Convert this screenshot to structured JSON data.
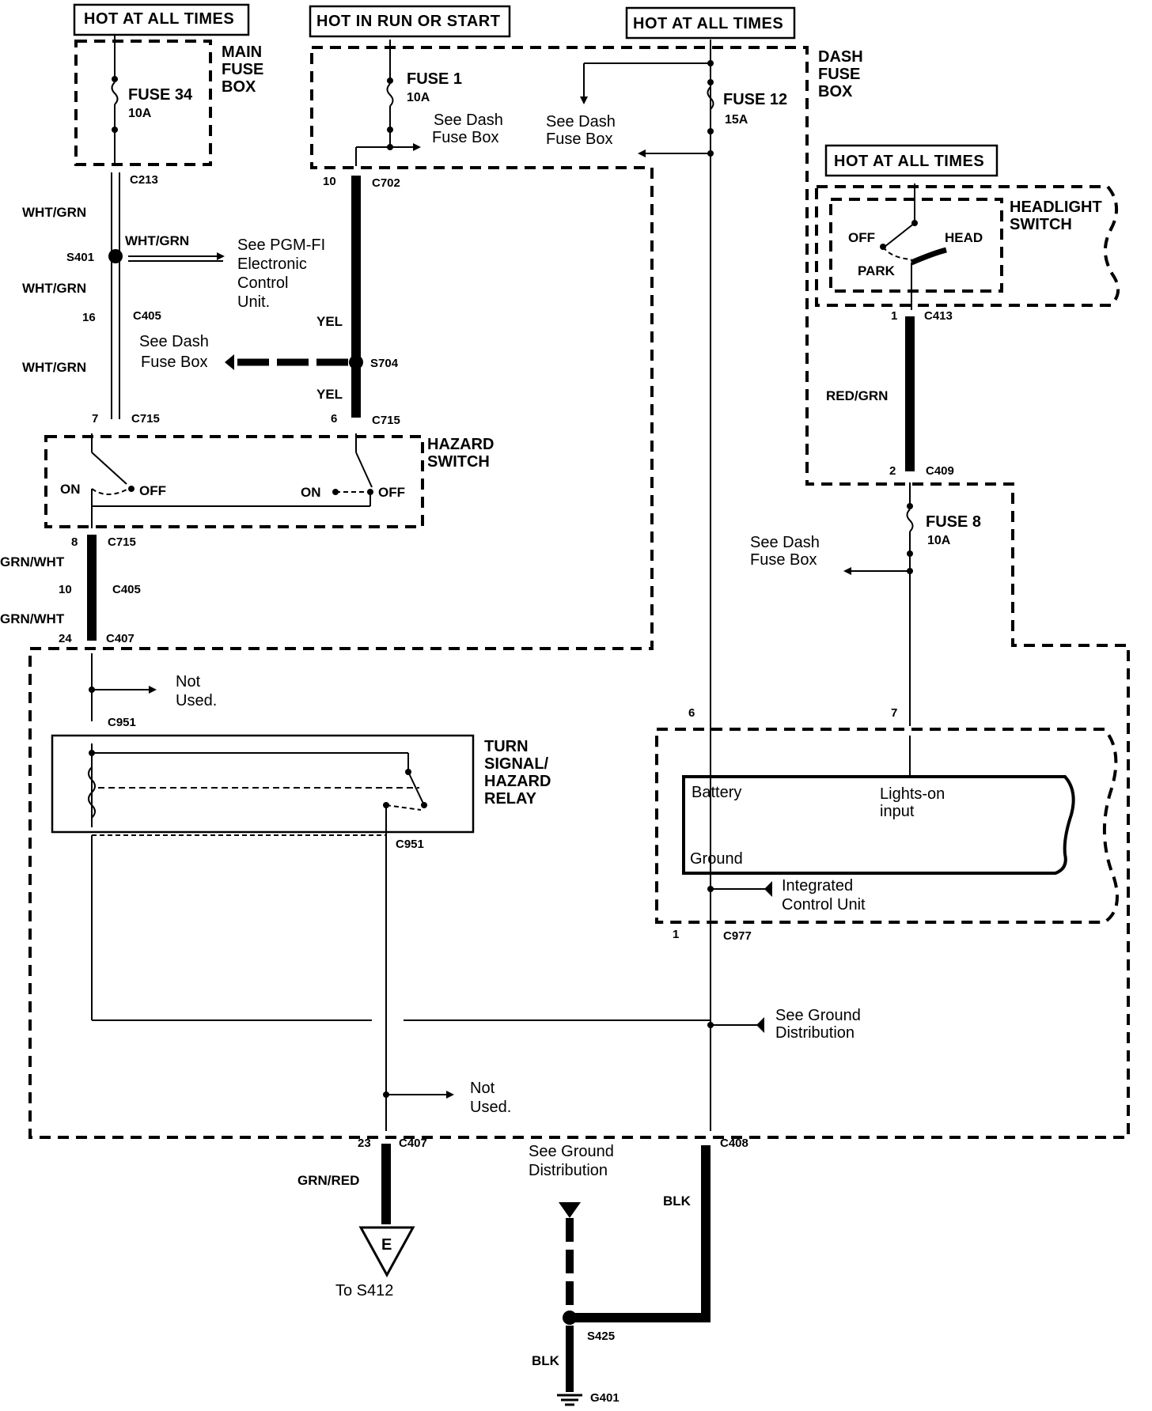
{
  "labels": {
    "hot_all_times_1": "HOT AT ALL TIMES",
    "hot_run_start": "HOT IN RUN OR START",
    "hot_all_times_2": "HOT AT ALL TIMES",
    "hot_all_times_3": "HOT AT ALL TIMES",
    "main_fuse_box": [
      "MAIN",
      "FUSE",
      "BOX"
    ],
    "dash_fuse_box": [
      "DASH",
      "FUSE",
      "BOX"
    ],
    "headlight_switch": [
      "HEADLIGHT",
      "SWITCH"
    ],
    "hazard_switch": [
      "HAZARD",
      "SWITCH"
    ],
    "relay": [
      "TURN",
      "SIGNAL/",
      "HAZARD",
      "RELAY"
    ]
  },
  "fuses": {
    "fuse34": {
      "name": "FUSE 34",
      "rating": "10A"
    },
    "fuse1": {
      "name": "FUSE 1",
      "rating": "10A"
    },
    "fuse12": {
      "name": "FUSE 12",
      "rating": "15A"
    },
    "fuse8": {
      "name": "FUSE 8",
      "rating": "10A"
    }
  },
  "connectors": {
    "c213": "C213",
    "c702": "C702",
    "c405a": "C405",
    "c715a": "C715",
    "c715b": "C715",
    "c715c": "C715",
    "c405b": "C405",
    "c407a": "C407",
    "c951a": "C951",
    "c951b": "C951",
    "c407b": "C407",
    "c413": "C413",
    "c409": "C409",
    "c977": "C977",
    "c408": "C408",
    "s401": "S401",
    "s704": "S704",
    "s425": "S425",
    "g401": "G401"
  },
  "pins": {
    "p10": "10",
    "p16": "16",
    "p7": "7",
    "p6": "6",
    "p8": "8",
    "p10b": "10",
    "p24": "24",
    "p23": "23",
    "p1a": "1",
    "p2": "2",
    "p6b": "6",
    "p7b": "7",
    "p1b": "1"
  },
  "wires": {
    "whtgrn1": "WHT/GRN",
    "whtgrn2": "WHT/GRN",
    "whtgrn3": "WHT/GRN",
    "whtgrn4": "WHT/GRN",
    "yel1": "YEL",
    "yel2": "YEL",
    "grnwht1": "GRN/WHT",
    "grnwht2": "GRN/WHT",
    "redgrn": "RED/GRN",
    "grnred": "GRN/RED",
    "blk1": "BLK",
    "blk2": "BLK"
  },
  "refs": {
    "see_dash_fuse_box": [
      "See Dash",
      "Fuse Box"
    ],
    "see_pgmfi": [
      "See PGM-FI",
      "Electronic",
      "Control",
      "Unit."
    ],
    "not_used": [
      "Not",
      "Used."
    ],
    "see_ground": [
      "See Ground",
      "Distribution"
    ],
    "to_s412": "To S412",
    "ground_symbol_letter": "E"
  },
  "switch_positions": {
    "on": "ON",
    "off": "OFF",
    "head": "HEAD",
    "park": "PARK"
  },
  "icu": {
    "battery": "Battery",
    "lights_on": [
      "Lights-on",
      "input"
    ],
    "ground": "Ground",
    "name": [
      "Integrated",
      "Control Unit"
    ]
  }
}
